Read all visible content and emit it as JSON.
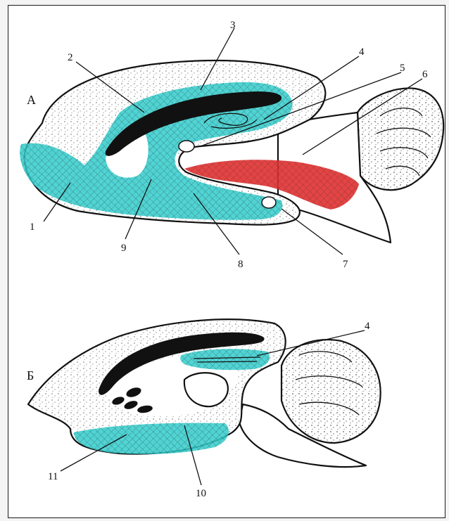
{
  "panels": [
    {
      "id": "A",
      "letter": "А"
    },
    {
      "id": "B",
      "letter": "Б"
    }
  ],
  "labels": {
    "n1": "1",
    "n2": "2",
    "n3": "3",
    "n4": "4",
    "n5": "5",
    "n6": "6",
    "n7": "7",
    "n8": "8",
    "n9": "9",
    "n10": "10",
    "n11": "11",
    "n4b": "4"
  },
  "colors": {
    "cyan_region": "#33cccc",
    "red_region": "#e03030",
    "tract": "#111111",
    "outline": "#111111",
    "background": "#ffffff"
  }
}
